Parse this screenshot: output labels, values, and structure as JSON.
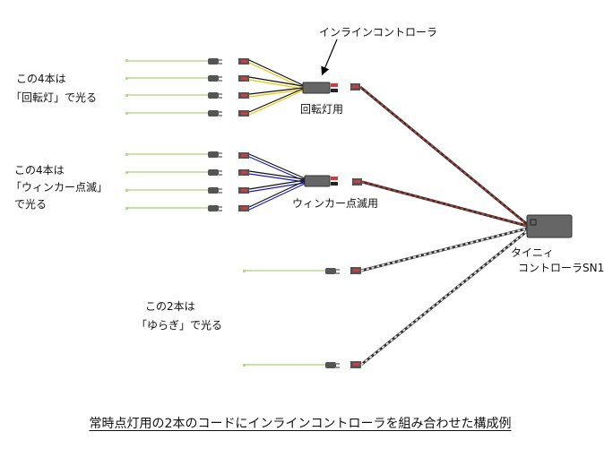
{
  "labels": {
    "inline_controller_callout": "インラインコントローラ",
    "group_rotating": [
      "この4本は",
      "「回転灯」で光る"
    ],
    "group_blinker": [
      "この4本は",
      "「ウィンカー点滅」",
      "で光る"
    ],
    "group_flicker": [
      "この2本は",
      "「ゆらぎ」で光る"
    ],
    "controller_rotating": "回転灯用",
    "controller_blinker": "ウィンカー点滅用",
    "tiny_controller": [
      "タイニィ",
      "コントローラSN1"
    ]
  },
  "caption": "常時点灯用の2本のコードにインラインコントローラを組み合わせた構成例",
  "colors": {
    "led_lead": "#b6d98a",
    "rotating_wire": "#e6c800",
    "blinker_wire": "#1a1ad0",
    "red_black_cable": "#c0392b",
    "white_black_cable": "#bbbbbb",
    "controller_body": "#666666",
    "connector": "#555555",
    "connector_red": "#d63b3b"
  }
}
